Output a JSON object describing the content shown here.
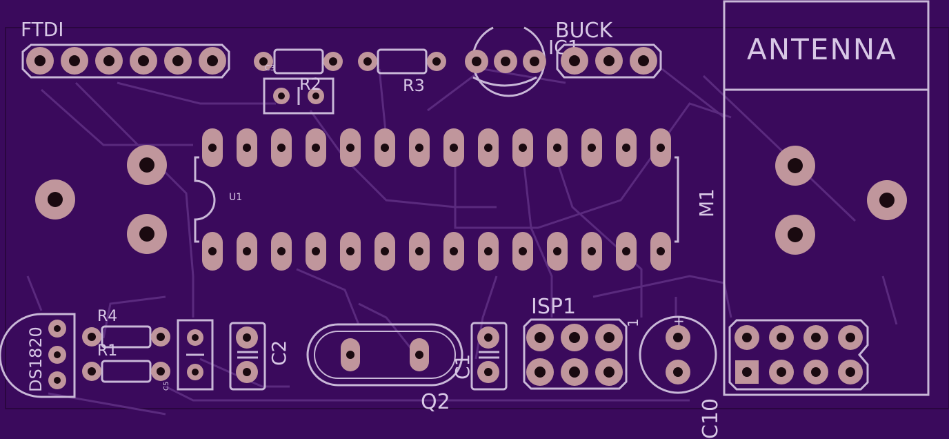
{
  "colors": {
    "board": "#3a0a5c",
    "silkscreen": "#c9b8d8",
    "trace": "#5a2a7e",
    "pad": "#c0969c",
    "drill": "#1a0a10"
  },
  "labels": {
    "ftdi": "FTDI",
    "buck": "BUCK",
    "ic1": "IC1",
    "antenna": "ANTENNA",
    "r2": "R2",
    "r3": "R3",
    "c3": "C3",
    "u1": "U1",
    "m1": "M1",
    "isp1": "ISP1",
    "isp_pin1": "1",
    "r4": "R4",
    "r1": "R1",
    "ds1820": "DS1820",
    "c5": "C5",
    "c2": "C2",
    "c1": "C1",
    "q2": "Q2",
    "c10": "C10",
    "c10_plus": "+"
  },
  "icons": {
    "dip28": "dip-chip-icon",
    "crystal": "crystal-icon",
    "electrolytic": "capacitor-icon",
    "to92": "transistor-icon"
  }
}
